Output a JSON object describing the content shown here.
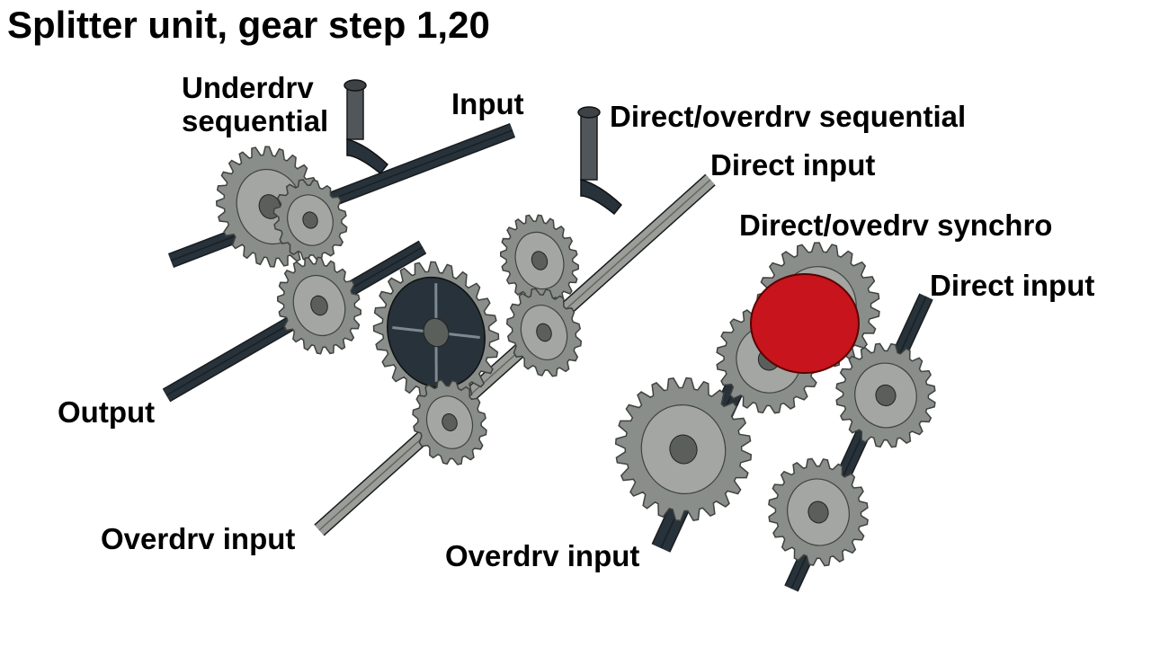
{
  "title": "Splitter unit, gear step 1,20",
  "labels": {
    "underdrv": [
      "Underdrv",
      "sequential"
    ],
    "input": "Input",
    "direct_overdrv_sequential": "Direct/overdrv sequential",
    "direct_input_top": "Direct input",
    "synchro": "Direct/ovedrv synchro",
    "direct_input_right": "Direct input",
    "output": "Output",
    "overdrv_input_left": "Overdrv input",
    "overdrv_input_right": "Overdrv input"
  },
  "colors": {
    "gear": "#8a8e8a",
    "gear_edge": "#3f423f",
    "dark_part": "#27323a",
    "axle_light": "#9a9d98",
    "synchro": "#c8141c"
  }
}
